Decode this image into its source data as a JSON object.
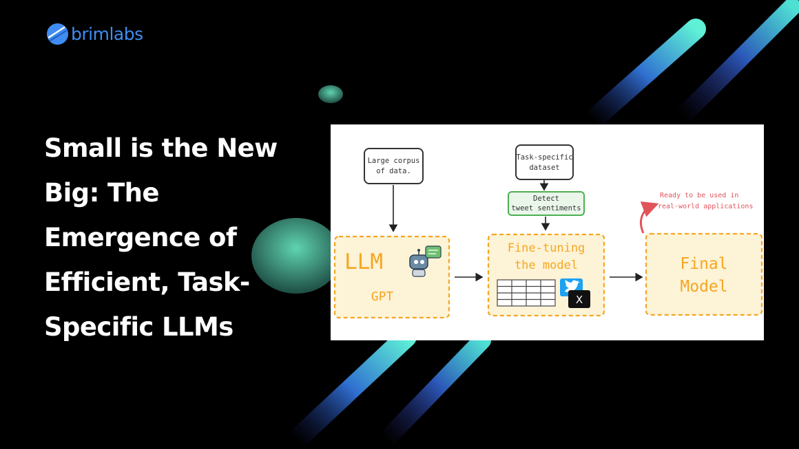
{
  "brand": {
    "name": "brimlabs",
    "color": "#3f8df2"
  },
  "headline": {
    "lines": [
      "Small is the New",
      "Big: The",
      "Emergence of",
      "Efficient, Task-",
      "Specific LLMs"
    ]
  },
  "diagram": {
    "corpus_label": [
      "Large corpus",
      "of data."
    ],
    "task_dataset_label": [
      "Task-specific",
      "dataset"
    ],
    "detect_label": [
      "Detect",
      "tweet sentiments"
    ],
    "llm": {
      "title": "LLM",
      "subtitle": "GPT"
    },
    "finetune": {
      "title_lines": [
        "Fine-tuning",
        "the model"
      ]
    },
    "final": {
      "title_lines": [
        "Final",
        "Model"
      ]
    },
    "ready_note": [
      "Ready to be used in",
      "real-world applications"
    ],
    "x_logo": "X",
    "colors": {
      "orange": "#f5a623",
      "dash_fill": "#fdf3d6",
      "green": "#4caf50",
      "red": "#e0545a",
      "twitter": "#1da1f2"
    },
    "icons": [
      "robot-icon",
      "chat-bubble-icon",
      "table-grid-icon",
      "twitter-bird-icon",
      "x-logo-icon"
    ]
  }
}
